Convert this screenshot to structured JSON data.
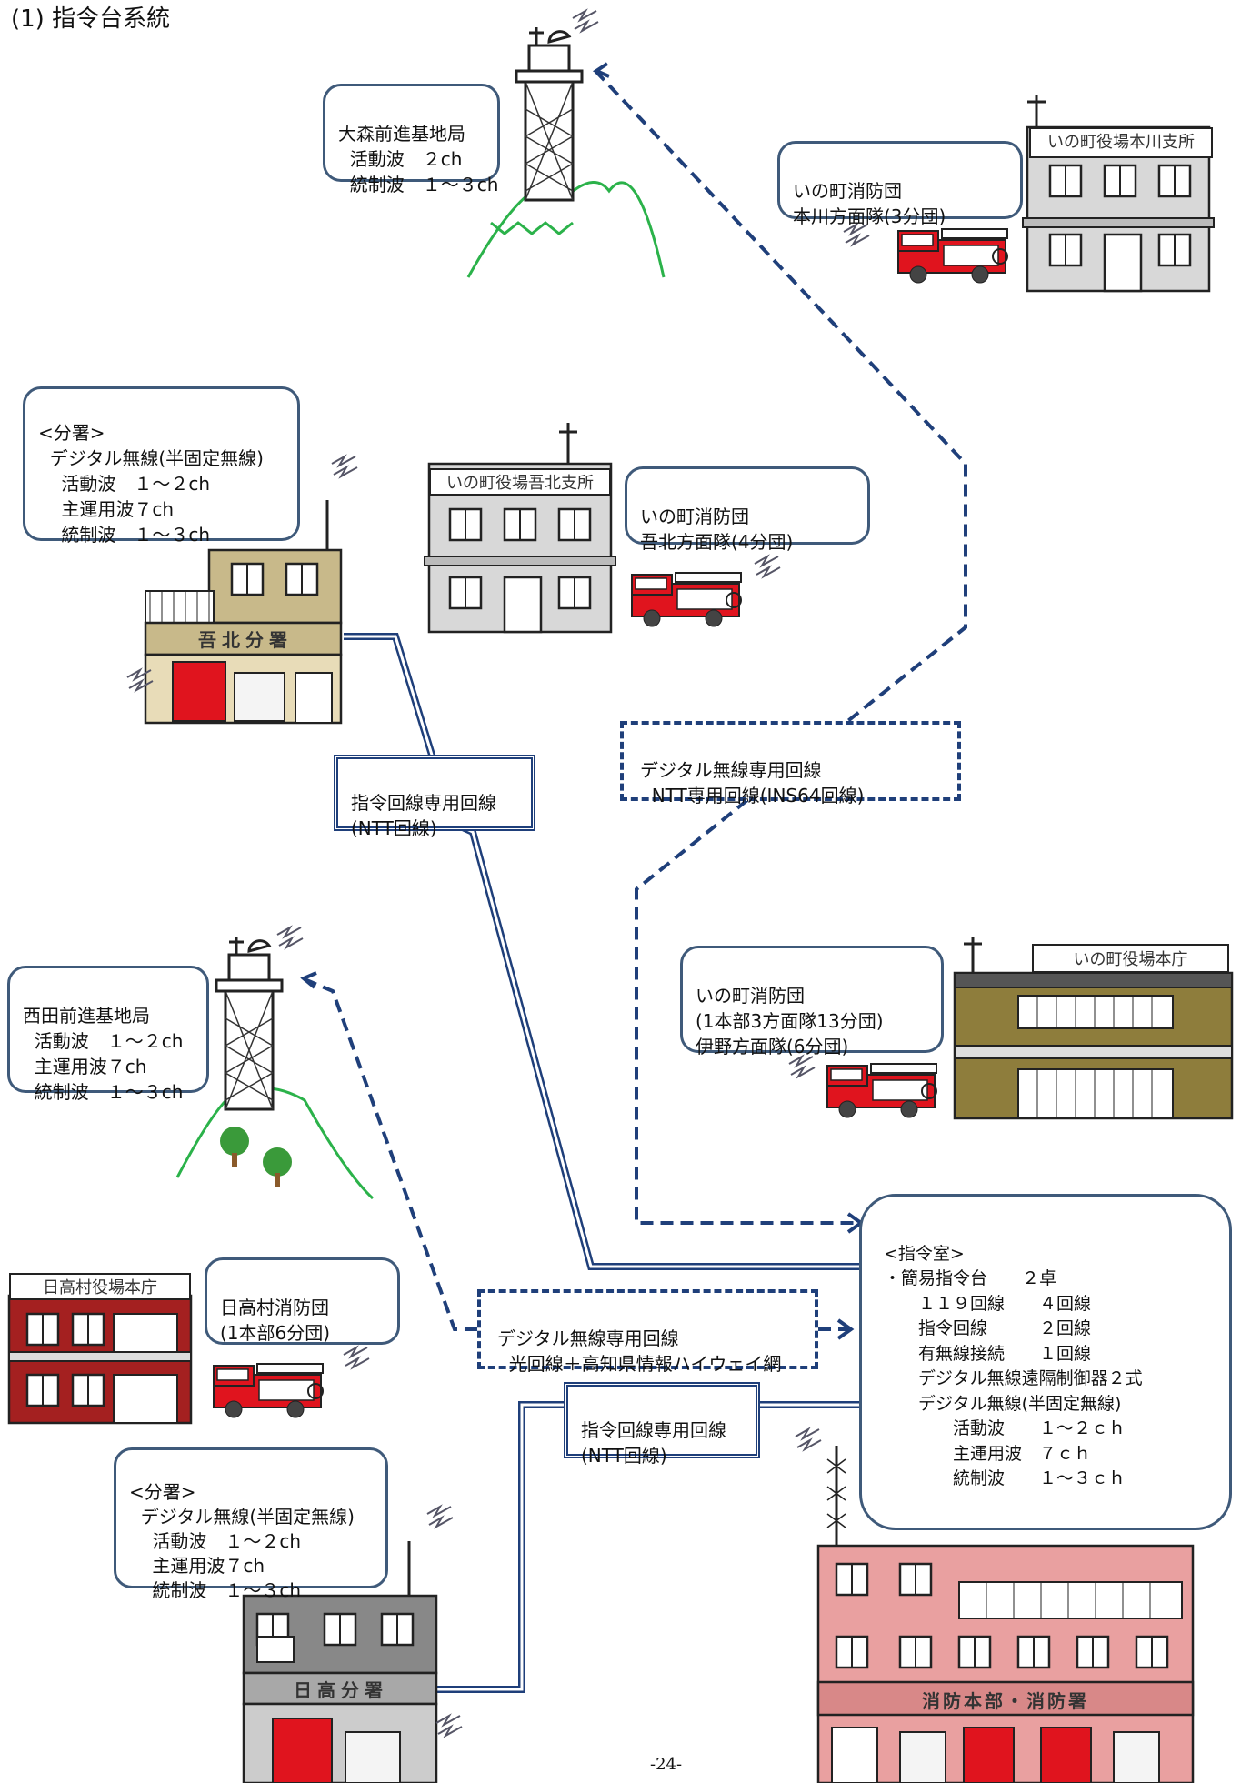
{
  "title": "(1) 指令台系統",
  "page_number": "-24-",
  "colors": {
    "link": "#1f3f7a",
    "box_border": "#3f5a7a",
    "truck": "#e0141e",
    "mountain": "#2bb24a"
  },
  "omori": {
    "title": "大森前進基地局",
    "lines": [
      "  活動波　２ch",
      "  統制波　１～３ch"
    ]
  },
  "honkawa": {
    "label": "いの町役場本川支所",
    "team": [
      "いの町消防団",
      "本川方面隊(3分団)"
    ]
  },
  "gohoku_sub": {
    "lines": [
      "<分署>",
      "  デジタル無線(半固定無線)",
      "    活動波　１～２ch",
      "    主運用波７ch",
      "    統制波　１～３ch"
    ],
    "sign": "吾北分署"
  },
  "gohoku_branch": {
    "label": "いの町役場吾北支所",
    "team": [
      "いの町消防団",
      "吾北方面隊(4分団)"
    ]
  },
  "line_ntt1": [
    "指令回線専用回線",
    "(NTT回線)"
  ],
  "line_ins": [
    "デジタル無線専用回線",
    "  NTT専用回線(INS64回線)"
  ],
  "ino_hq": {
    "label": "いの町役場本庁",
    "team": [
      "いの町消防団",
      "(1本部3方面隊13分団)",
      "伊野方面隊(6分団)"
    ]
  },
  "nishida": {
    "title": "西田前進基地局",
    "lines": [
      "  活動波　１～２ch",
      "  主運用波７ch",
      "  統制波　１～３ch"
    ]
  },
  "hidaka_office": {
    "label": "日高村役場本庁",
    "team": [
      "日高村消防団",
      "(1本部6分団)"
    ]
  },
  "line_fiber": [
    "デジタル無線専用回線",
    "  光回線＋高知県情報ハイウェイ網"
  ],
  "line_ntt2": [
    "指令回線専用回線",
    "(NTT回線)"
  ],
  "command": {
    "lines": [
      "<指令室>",
      "・簡易指令台　　２卓",
      "　　１１９回線　　４回線",
      "　　指令回線　　　２回線",
      "　　有無線接続　　１回線",
      "　　デジタル無線遠隔制御器２式",
      "　　デジタル無線(半固定無線)",
      "　　　　活動波　　１～２ｃｈ",
      "　　　　主運用波　７ｃｈ",
      "　　　　統制波　　１～３ｃｈ"
    ]
  },
  "hidaka_sub": {
    "lines": [
      "<分署>",
      "  デジタル無線(半固定無線)",
      "    活動波　１～２ch",
      "    主運用波７ch",
      "    統制波　１～３ch"
    ],
    "sign": "日高分署"
  },
  "hq_sign": "消防本部・消防署"
}
